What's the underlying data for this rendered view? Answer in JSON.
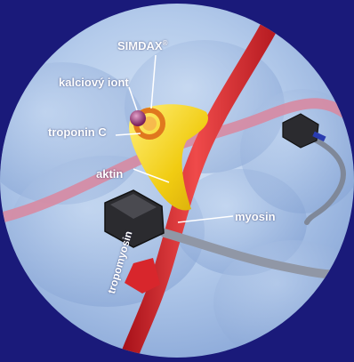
{
  "labels": {
    "simdax": "SIMDAX",
    "simdax_mark": "®",
    "kalciovy_iont": "kalciový iont",
    "troponin_c": "troponin C",
    "aktin": "aktin",
    "myosin": "myosin",
    "tropomyosin": "tropomyosin"
  },
  "colors": {
    "background": "#1a1a7a",
    "circle_light": "#c9dbf2",
    "circle_mid": "#9fb9df",
    "tropomyosin_red": "#d8262c",
    "troponin_yellow": "#f3d21a",
    "calcium_purple": "#8e2f6f",
    "simdax_orange": "#e0781e",
    "myosin_dark": "#2b2b2f",
    "pink_strand": "#d78aa2"
  }
}
